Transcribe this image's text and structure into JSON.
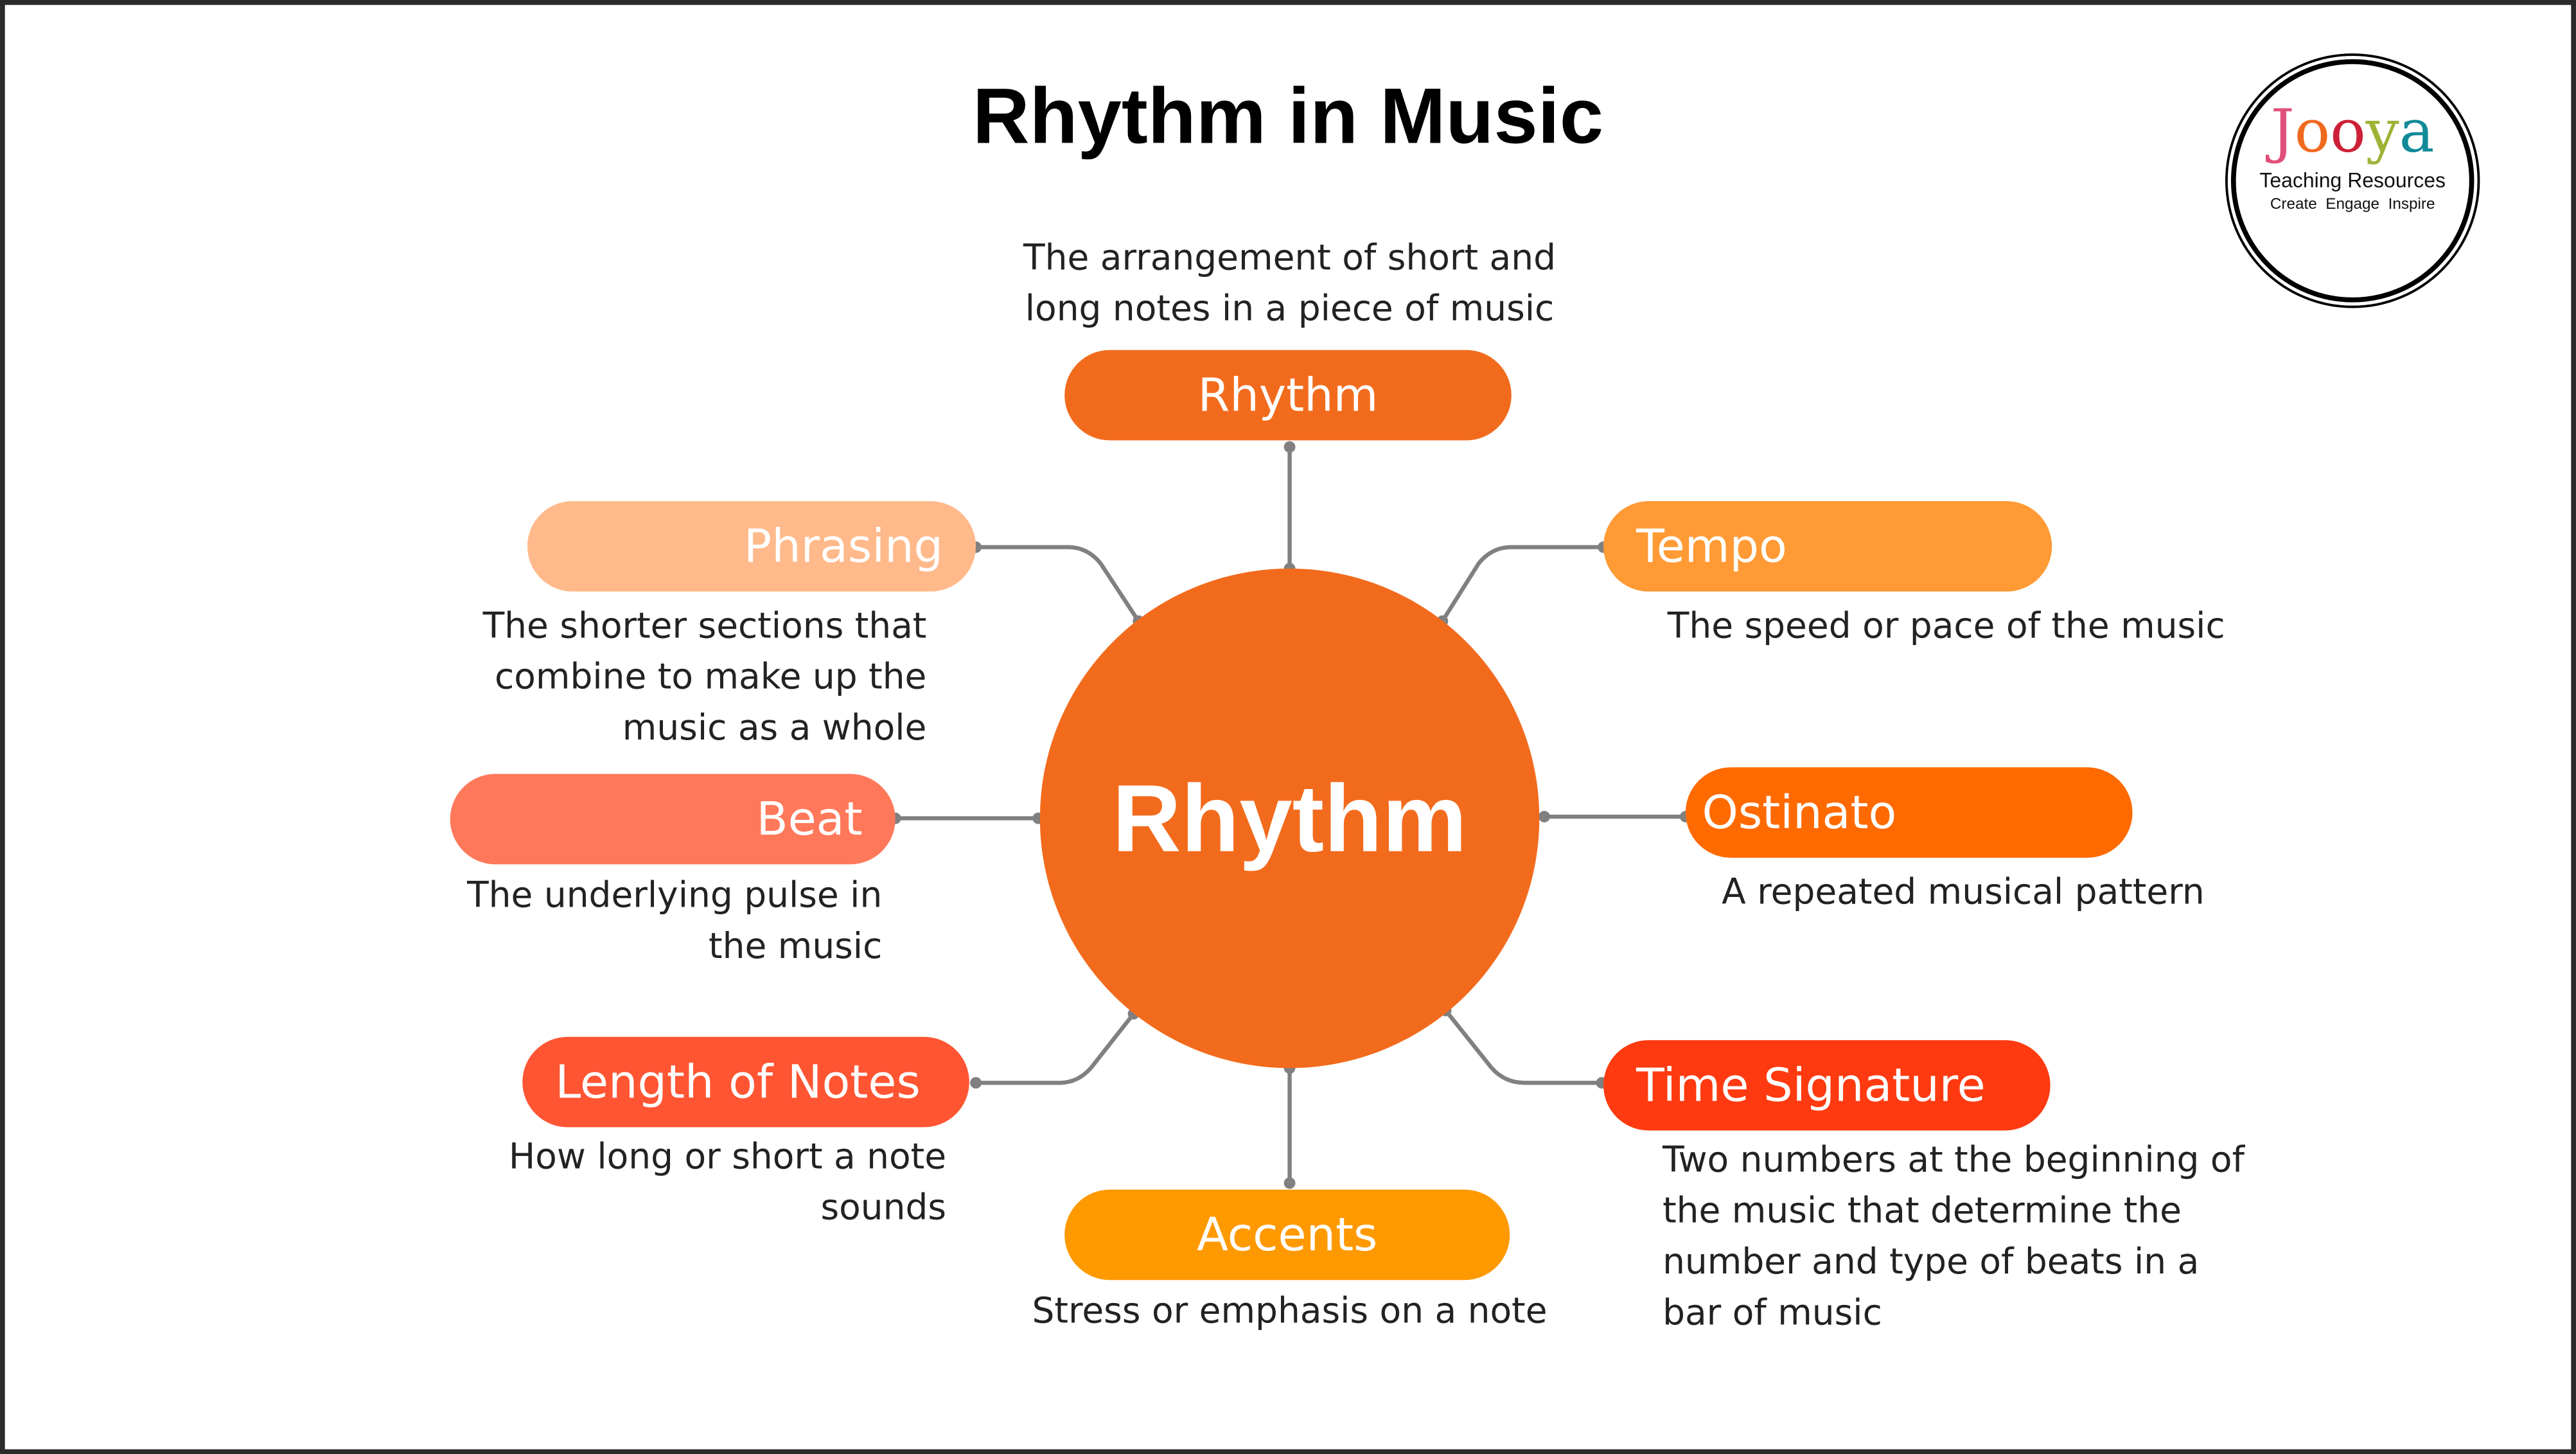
{
  "title": "Rhythm in Music",
  "center": {
    "label": "Rhythm",
    "color": "#F26B1D"
  },
  "logo": {
    "brand": "Jooya",
    "line1": "Teaching Resources",
    "line2": "Create  Engage  Inspire",
    "letter_colors": [
      "#E0507A",
      "#F06A1E",
      "#CC2036",
      "#9DB335",
      "#108A98"
    ]
  },
  "nodes": {
    "rhythm": {
      "label": "Rhythm",
      "color": "#F26B1D",
      "desc": [
        "The arrangement of short and",
        "long notes in a piece of music"
      ]
    },
    "phrasing": {
      "label": "Phrasing",
      "color": "#FFB98A",
      "desc": [
        "The shorter sections that",
        "combine to make up the",
        "music as a whole"
      ]
    },
    "tempo": {
      "label": "Tempo",
      "color": "#FF9A35",
      "desc": [
        "The speed or pace of the music"
      ]
    },
    "beat": {
      "label": "Beat",
      "color": "#FF785A",
      "desc": [
        "The underlying pulse in",
        "the music"
      ]
    },
    "ostinato": {
      "label": "Ostinato",
      "color": "#FF6A00",
      "desc": [
        "A repeated musical pattern"
      ]
    },
    "length": {
      "label": "Length of Notes",
      "color": "#FF5533",
      "desc": [
        "How long or short a note",
        "sounds"
      ]
    },
    "timesig": {
      "label": "Time Signature",
      "color": "#FF3A10",
      "desc": [
        "Two numbers at the beginning of",
        "the music that determine the",
        "number and type of beats in a",
        "bar of music"
      ]
    },
    "accents": {
      "label": "Accents",
      "color": "#FF9900",
      "desc": [
        "Stress or emphasis on a note"
      ]
    }
  }
}
